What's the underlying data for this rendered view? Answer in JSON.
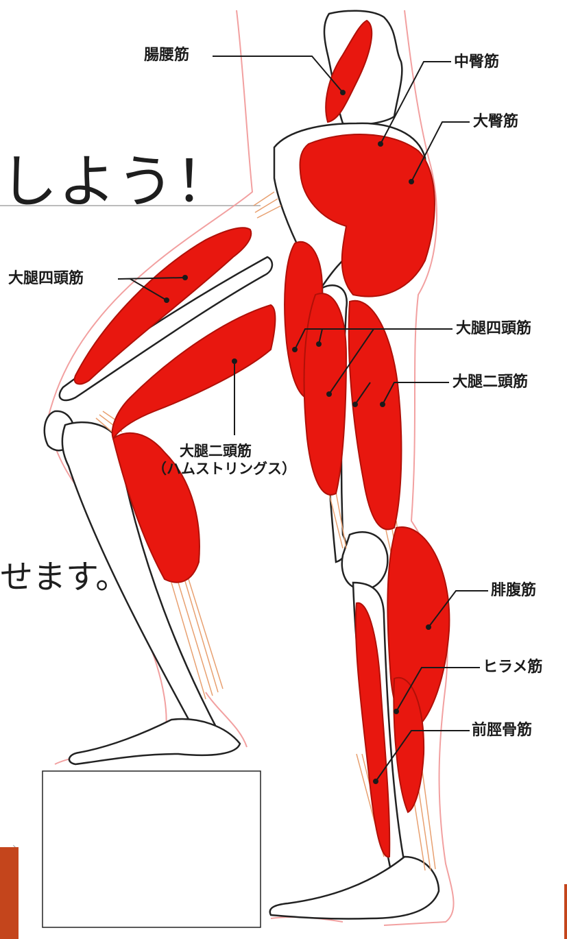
{
  "slide": {
    "title_fragment": "しよう！",
    "body_fragment": "せます。"
  },
  "labels": {
    "iliopsoas": "腸腰筋",
    "gluteus_medius": "中臀筋",
    "gluteus_maximus": "大臀筋",
    "quadriceps_left": "大腿四頭筋",
    "quadriceps_right": "大腿四頭筋",
    "biceps_femoris_right": "大腿二頭筋",
    "hamstrings_line1": "大腿二頭筋",
    "hamstrings_line2": "（ハムストリングス）",
    "gastrocnemius": "腓腹筋",
    "soleus": "ヒラメ筋",
    "tibialis_anterior": "前脛骨筋"
  },
  "colors": {
    "muscle": "#e8170f",
    "muscle_outline": "#b01008",
    "bone_outline": "#222222",
    "skin_outline": "#f2a0a0",
    "tendon": "#e8a070",
    "accent": "#c4451c"
  }
}
